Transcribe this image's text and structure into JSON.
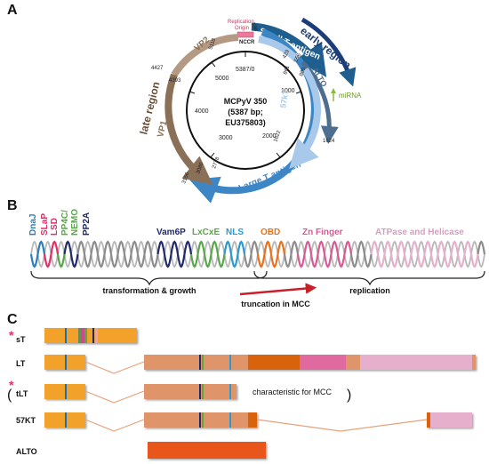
{
  "panels": {
    "a": "A",
    "b": "B",
    "c": "C"
  },
  "genome": {
    "center": [
      "MCPyV 350",
      "(5387 bp;",
      "EU375803)"
    ],
    "inner_ticks": [
      "5387/0",
      "1000",
      "2000",
      "3000",
      "4000",
      "5000"
    ],
    "ncrr_label": "NCCR",
    "origin_label": [
      "Replication",
      "Origin"
    ],
    "region_early": "early region",
    "region_late": "late region",
    "genes": {
      "small_t": "Small T antigen",
      "large_t": "Large T antigen",
      "kt57": "57kT",
      "alto": "ALTO",
      "vp1": "VP1",
      "vp2": "VP2",
      "mirna": "miRNA"
    },
    "coord_labels": [
      "196",
      "5118",
      "4427",
      "4393",
      "3156",
      "3080",
      "2778",
      "1622",
      "1624",
      "861",
      "880",
      "429",
      "556"
    ]
  },
  "domains": {
    "dnaj": "DnaJ",
    "slap": "SLaP",
    "lsd": "LSD",
    "pp4c": "PP4C/",
    "nemo": "NEMO",
    "pp2a": "PP2A",
    "vam6p": "Vam6P",
    "lxcxe": "LxCxE",
    "nls": "NLS",
    "obd": "OBD",
    "zinc": "Zn Finger",
    "atpase": "ATPase and Helicase",
    "transformation": "transformation & growth",
    "replication": "replication",
    "truncation": "truncation in MCC"
  },
  "proteins": {
    "st": "sT",
    "lt": "LT",
    "tlt": "tLT",
    "kt57": "57KT",
    "alto": "ALTO",
    "mcc_note": "characteristic for MCC",
    "paren_open": "(",
    "paren_close": ")",
    "asterisk": "*"
  },
  "colors": {
    "small_t": "#1f5f8f",
    "large_t": "#3d86c6",
    "alto": "#4d6e8e",
    "kt57": "#a9c9ea",
    "vp": "#8b7058",
    "early_text": "#1b3d7a",
    "late_text": "#6b5038",
    "exon_orange": "#f2a12a",
    "lt_body": "#e0946a",
    "obd": "#d9620c",
    "zinc": "#e06aa0",
    "atpase": "#e6b0cc",
    "alto_bar": "#e8561a"
  }
}
